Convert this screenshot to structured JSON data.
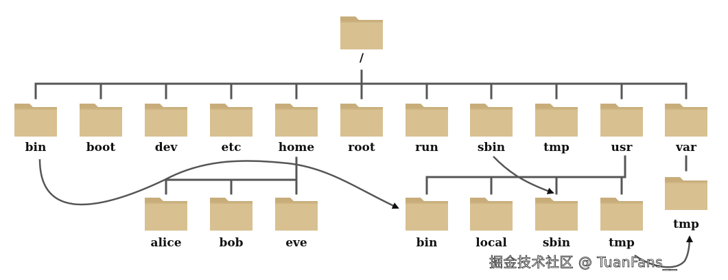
{
  "tree": {
    "root": {
      "label": "/"
    },
    "level1": [
      {
        "label": "bin"
      },
      {
        "label": "boot"
      },
      {
        "label": "dev"
      },
      {
        "label": "etc"
      },
      {
        "label": "home"
      },
      {
        "label": "root"
      },
      {
        "label": "run"
      },
      {
        "label": "sbin"
      },
      {
        "label": "tmp"
      },
      {
        "label": "usr"
      },
      {
        "label": "var"
      }
    ],
    "home_children": [
      {
        "label": "alice"
      },
      {
        "label": "bob"
      },
      {
        "label": "eve"
      }
    ],
    "usr_children": [
      {
        "label": "bin"
      },
      {
        "label": "local"
      },
      {
        "label": "sbin"
      },
      {
        "label": "tmp"
      }
    ],
    "var_children": [
      {
        "label": "tmp"
      }
    ]
  },
  "links": [
    {
      "from": "bin",
      "to": "usr/bin"
    },
    {
      "from": "sbin",
      "to": "usr/sbin"
    },
    {
      "from": "usr/tmp",
      "to": "var/tmp"
    }
  ],
  "colors": {
    "folder_body": "#d8c091",
    "folder_tab": "#c8ad7a",
    "line": "#555555",
    "text": "#111111"
  },
  "watermark": "掘金技术社区 @ TuanFans__"
}
